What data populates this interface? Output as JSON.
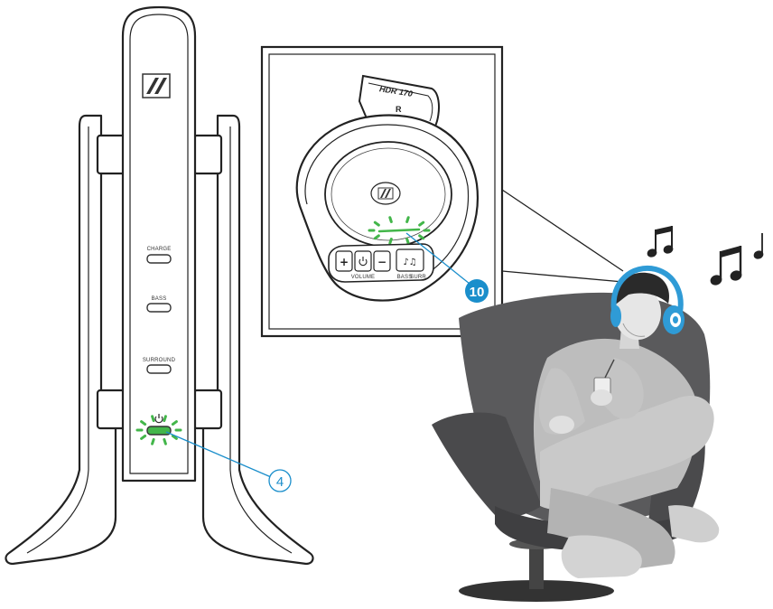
{
  "transmitter": {
    "buttons": [
      {
        "label": "CHARGE"
      },
      {
        "label": "BASS"
      },
      {
        "label": "SURROUND"
      }
    ],
    "callout": "4"
  },
  "headphone_detail": {
    "model": "HDR 170",
    "side_marker": "R",
    "control_labels": {
      "volume": "VOLUME",
      "bass": "BASS",
      "surround": "SURR."
    },
    "callout": "10"
  },
  "colors": {
    "led_green": "#43b64a",
    "callout_blue": "#1a8ecb",
    "headphone_blue": "#2f9bd6",
    "chair_dark": "#5a5a5c",
    "person_gray": "#bdbdbd",
    "outline": "#222222"
  },
  "icons": [
    "sennheiser-logo-icon",
    "music-note-icon",
    "power-icon",
    "led-blink-icon"
  ]
}
